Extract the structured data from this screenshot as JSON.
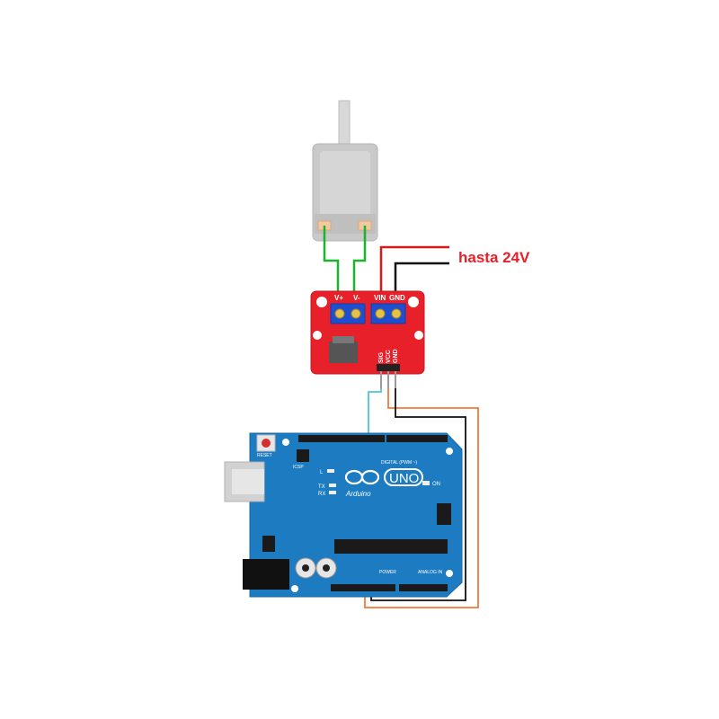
{
  "supply_label": "hasta 24V",
  "module": {
    "terminal_left": [
      "V+",
      "V-"
    ],
    "terminal_right": [
      "VIN",
      "GND"
    ],
    "header_pins": [
      "SIG",
      "VCC",
      "GND"
    ]
  },
  "arduino": {
    "reset_label": "RESET",
    "brand": "Arduino",
    "model": "UNO",
    "led_labels": [
      "L",
      "TX",
      "RX"
    ],
    "icsp_label": "ICSP",
    "on_label": "ON",
    "digital_label": "DIGITAL (PWM ~)",
    "power_label": "POWER",
    "analog_label": "ANALOG IN"
  },
  "colors": {
    "board_blue": "#1c7bc1",
    "module_red": "#e8202a",
    "wire_green": "#19b52a",
    "wire_red": "#d41b1b",
    "wire_black": "#111111",
    "wire_cyan": "#4fc3dc",
    "wire_orange": "#f07a3a"
  }
}
